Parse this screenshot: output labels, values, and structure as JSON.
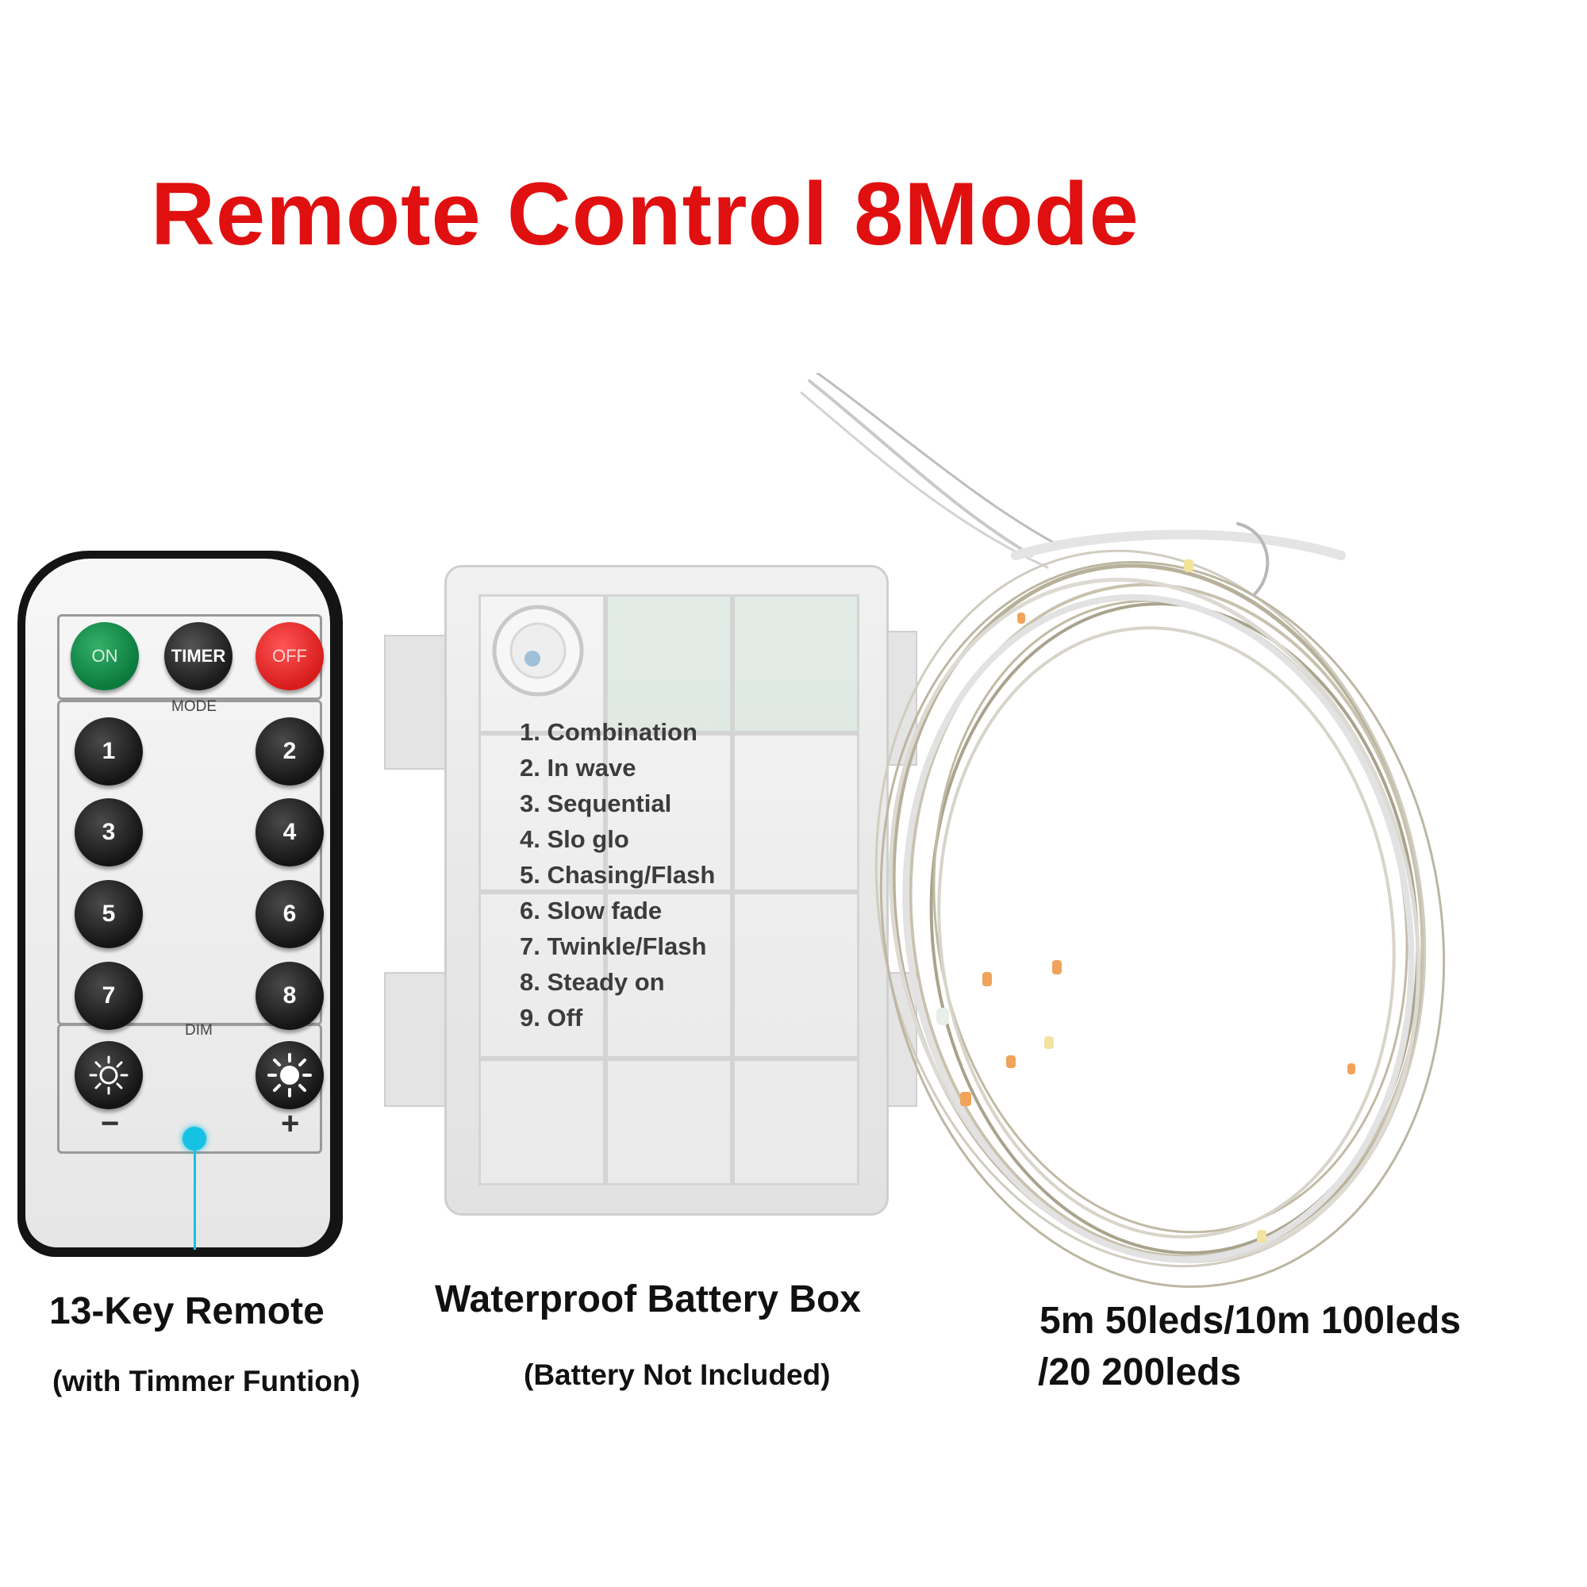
{
  "title": "Remote Control 8Mode",
  "remote": {
    "buttons": {
      "on": "ON",
      "timer": "TIMER",
      "off": "OFF"
    },
    "mode_label": "MODE",
    "numbers": [
      "1",
      "2",
      "3",
      "4",
      "5",
      "6",
      "7",
      "8"
    ],
    "dim_label": "DIM",
    "minus": "−",
    "plus": "+"
  },
  "battery_box": {
    "modes": [
      "1. Combination",
      "2. In wave",
      "3. Sequential",
      "4. Slo glo",
      "5. Chasing/Flash",
      "6. Slow fade",
      "7. Twinkle/Flash",
      "8. Steady on",
      "9. Off"
    ]
  },
  "labels": {
    "remote_title": "13-Key Remote",
    "remote_sub": "(with Timmer Funtion)",
    "box_title": "Waterproof Battery Box",
    "box_sub": "(Battery Not Included)",
    "lights_line1": "5m 50leds/10m 100leds",
    "lights_line2": "/20 200leds"
  },
  "colors": {
    "title": "#e01010",
    "on_button": "#0b7a3c",
    "off_button": "#d81c1c",
    "ir_indicator": "#15c2e3"
  }
}
